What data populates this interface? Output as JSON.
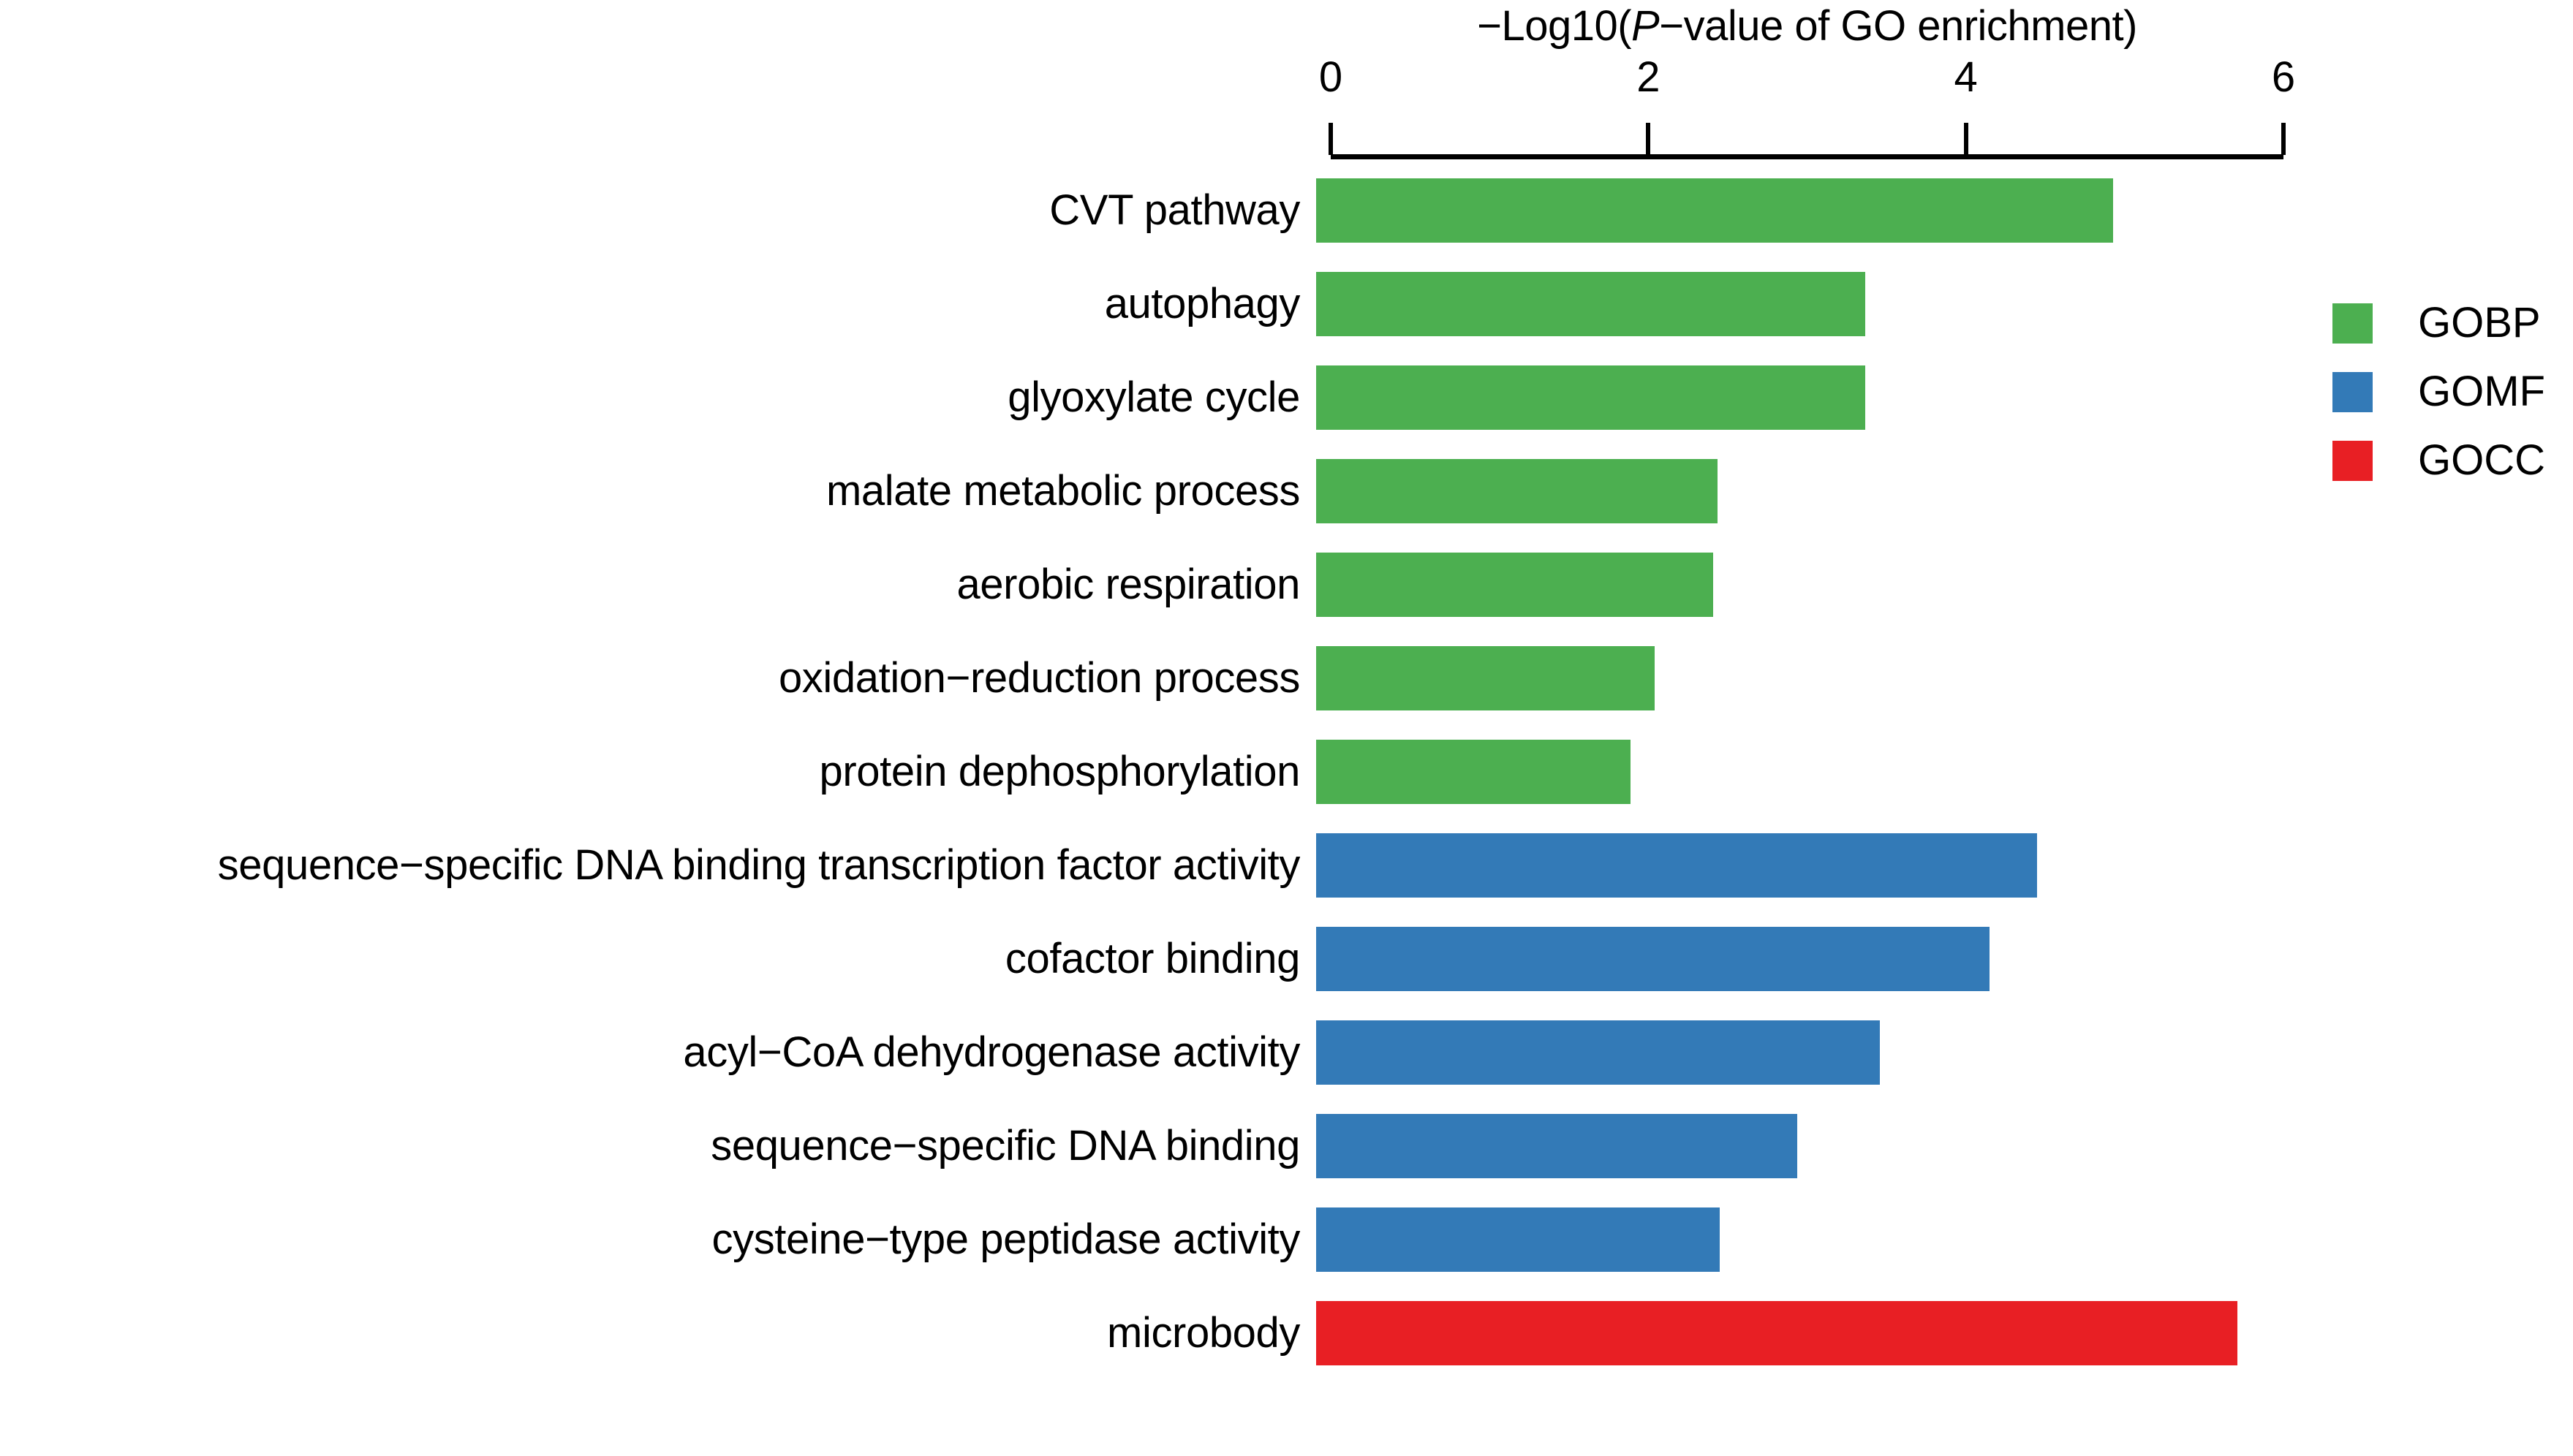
{
  "chart_data": {
    "type": "bar",
    "orientation": "horizontal",
    "title": "",
    "xlabel": "−Log10(P−value of GO enrichment)",
    "xlabel_parts": {
      "pre": "−Log10(",
      "italic": "P",
      "post": "−value of GO enrichment)"
    },
    "ylabel": "",
    "xlim": [
      0,
      6
    ],
    "xticks": [
      0,
      2,
      4,
      6
    ],
    "xtick_labels": [
      "0",
      "2",
      "4",
      "6"
    ],
    "grid": false,
    "axis_position": "top",
    "legend_position": "right",
    "categories": [
      "CVT pathway",
      "autophagy",
      "glyoxylate cycle",
      "malate metabolic process",
      "aerobic respiration",
      "oxidation−reduction process",
      "protein dephosphorylation",
      "sequence−specific DNA binding transcription factor activity",
      "cofactor binding",
      "acyl−CoA dehydrogenase activity",
      "sequence−specific DNA binding",
      "cysteine−type peptidase activity",
      "microbody"
    ],
    "values": [
      5.02,
      3.46,
      3.46,
      2.53,
      2.5,
      2.13,
      1.98,
      4.54,
      4.24,
      3.55,
      3.03,
      2.54,
      5.8
    ],
    "groups": [
      "GOBP",
      "GOBP",
      "GOBP",
      "GOBP",
      "GOBP",
      "GOBP",
      "GOBP",
      "GOMF",
      "GOMF",
      "GOMF",
      "GOMF",
      "GOMF",
      "GOCC"
    ],
    "series": [
      {
        "name": "GOBP",
        "color": "#4caf50",
        "categories": [
          "CVT pathway",
          "autophagy",
          "glyoxylate cycle",
          "malate metabolic process",
          "aerobic respiration",
          "oxidation−reduction process",
          "protein dephosphorylation"
        ],
        "values": [
          5.02,
          3.46,
          3.46,
          2.53,
          2.5,
          2.13,
          1.98
        ]
      },
      {
        "name": "GOMF",
        "color": "#337ab7",
        "categories": [
          "sequence−specific DNA binding transcription factor activity",
          "cofactor binding",
          "acyl−CoA dehydrogenase activity",
          "sequence−specific DNA binding",
          "cysteine−type peptidase activity"
        ],
        "values": [
          4.54,
          4.24,
          3.55,
          3.03,
          2.54
        ]
      },
      {
        "name": "GOCC",
        "color": "#e81f24",
        "categories": [
          "microbody"
        ],
        "values": [
          5.8
        ]
      }
    ],
    "legend": [
      {
        "label": "GOBP",
        "color": "#4caf50"
      },
      {
        "label": "GOMF",
        "color": "#337ab7"
      },
      {
        "label": "GOCC",
        "color": "#e81f24"
      }
    ]
  },
  "colors": {
    "gobp": "#4caf50",
    "gomf": "#337ab7",
    "gocc": "#e81f24",
    "axis": "#000000",
    "background": "#ffffff"
  }
}
